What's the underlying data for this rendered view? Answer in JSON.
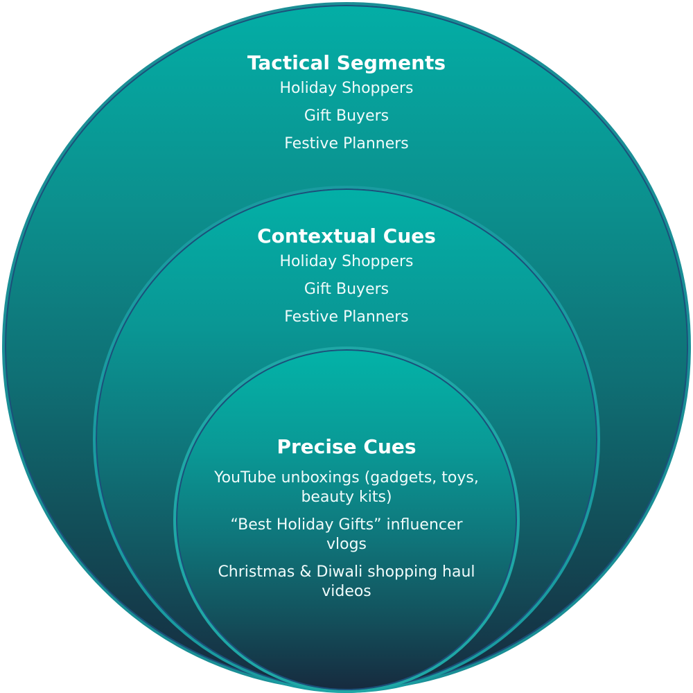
{
  "layers": {
    "outer": {
      "title": "Tactical Segments",
      "items": [
        "Holiday Shoppers",
        "Gift Buyers",
        "Festive Planners"
      ]
    },
    "middle": {
      "title": "Contextual Cues",
      "items": [
        "Holiday Shoppers",
        "Gift Buyers",
        "Festive Planners"
      ]
    },
    "inner": {
      "title": "Precise Cues",
      "items": [
        "YouTube unboxings (gadgets, toys, beauty kits)",
        "“Best Holiday Gifts” influencer vlogs",
        "Christmas & Diwali shopping haul videos"
      ]
    }
  },
  "colors": {
    "teal_top": "#03aea6",
    "navy_bottom": "#162a3e",
    "ring_border": "#1a8f96",
    "text": "#ffffff"
  }
}
